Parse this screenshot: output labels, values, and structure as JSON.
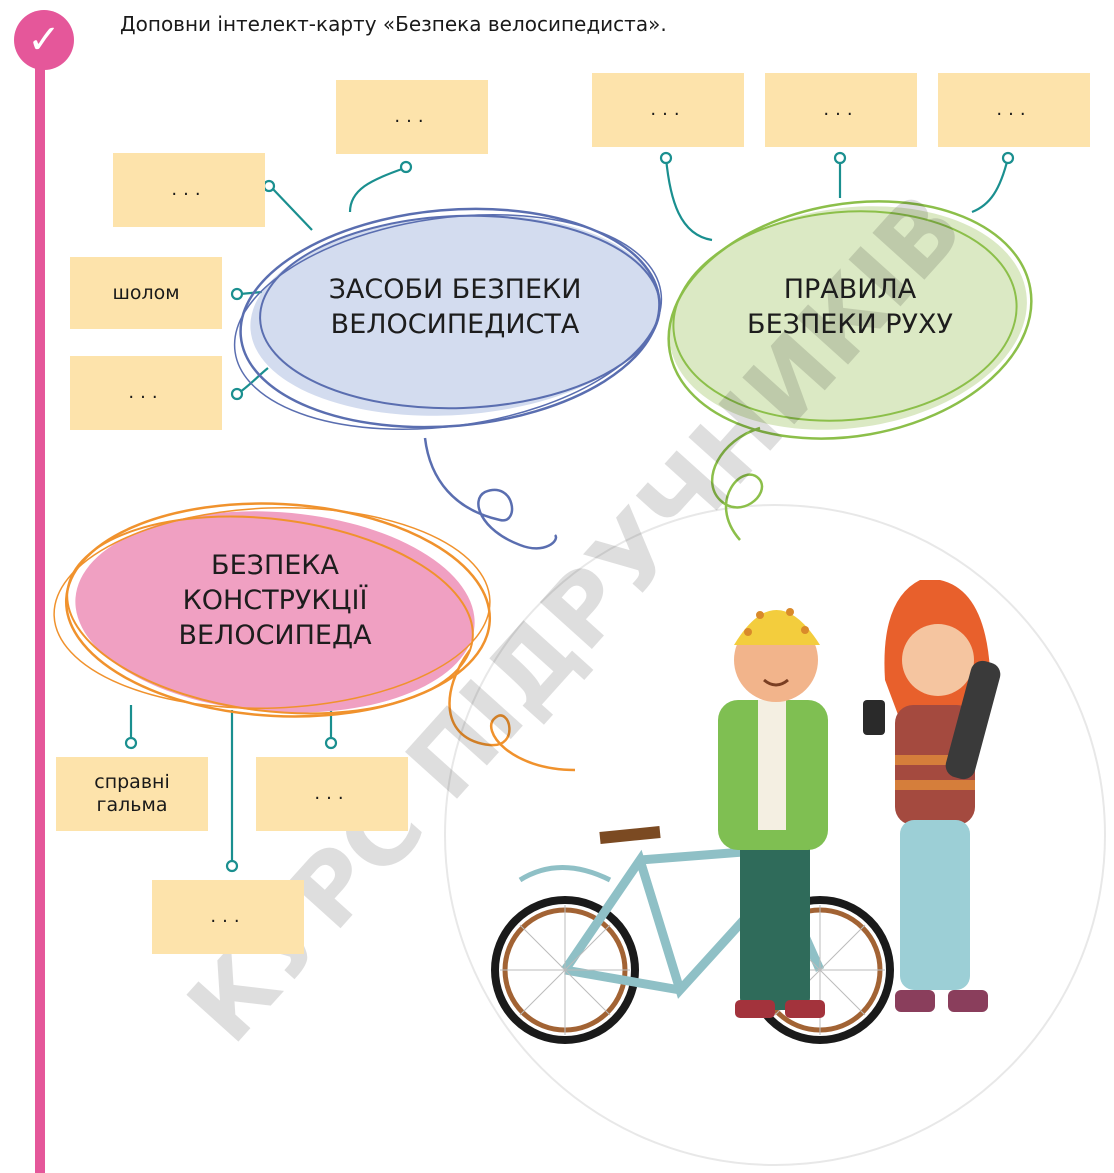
{
  "instruction": "Доповни інтелект-карту «Безпека велосипедиста».",
  "placeholder": "...",
  "watermark": "КУРС ПІДРУЧНИКІВ",
  "nodes": {
    "safety_means": {
      "line1": "ЗАСОБИ БЕЗПЕКИ",
      "line2": "ВЕЛОСИПЕДИСТА",
      "items": [
        "...",
        "...",
        "шолом",
        "..."
      ]
    },
    "traffic_rules": {
      "line1": "ПРАВИЛА",
      "line2": "БЕЗПЕКИ РУХУ",
      "items": [
        "...",
        "...",
        "..."
      ]
    },
    "bike_safety": {
      "line1": "БЕЗПЕКА",
      "line2": "КОНСТРУКЦІЇ",
      "line3": "ВЕЛОСИПЕДА",
      "items_line1": "справні",
      "items_line2": "гальма",
      "item2": "...",
      "item3": "..."
    }
  },
  "colors": {
    "accent_pink": "#e5579a",
    "box_fill": "#fde3ab",
    "blue_bubble": "#d3dcef",
    "green_bubble": "#dbe9c4",
    "pink_bubble": "#f0a0c2"
  },
  "icons": [
    "check-icon",
    "bicycle-icon",
    "boy-icon",
    "girl-icon"
  ]
}
